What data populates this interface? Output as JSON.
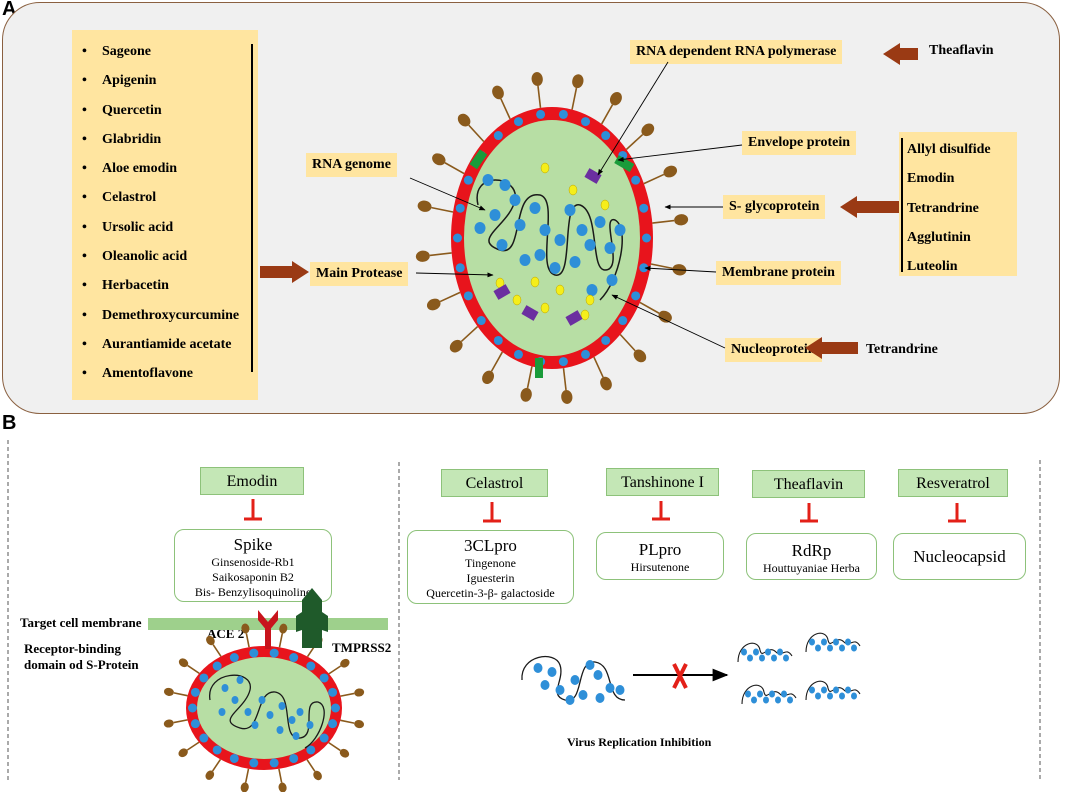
{
  "panel_a": {
    "label": "A",
    "inhibitor_list": [
      "Sageone",
      "Apigenin",
      "Quercetin",
      "Glabridin",
      "Aloe emodin",
      "Celastrol",
      "Ursolic acid",
      "Oleanolic acid",
      "Herbacetin",
      "Demethroxycurcumine",
      "Aurantiamide acetate",
      "Amentoflavone"
    ],
    "targets": {
      "rdrp": "RNA dependent RNA polymerase",
      "envelope": "Envelope protein",
      "rna_genome": "RNA genome",
      "spike": "S- glycoprotein",
      "main_protease": "Main Protease",
      "membrane": "Membrane protein",
      "nucleoprotein": "Nucleoprotein"
    },
    "inhibitors": {
      "rdrp": "Theaflavin",
      "nucleoprotein": "Tetrandrine"
    },
    "spike_inhibitors": [
      "Allyl disulfide",
      "Emodin",
      "Tetrandrine",
      "Agglutinin",
      "Luteolin"
    ]
  },
  "panel_b": {
    "label": "B",
    "cards": [
      {
        "compound": "Emodin",
        "target": "Spike",
        "others": [
          "Ginsenoside-Rb1",
          "Saikosaponin  B2",
          "Bis-  Benzylisoquinoline"
        ]
      },
      {
        "compound": "Celastrol",
        "target": "3CLpro",
        "others": [
          "Tingenone",
          "Iguesterin",
          "Quercetin-3-β- galactoside"
        ]
      },
      {
        "compound": "Tanshinone  I",
        "target": "PLpro",
        "others": [
          "Hirsutenone"
        ]
      },
      {
        "compound": "Theaflavin",
        "target": "RdRp",
        "others": [
          "Houttuyaniae  Herba"
        ]
      },
      {
        "compound": "Resveratrol",
        "target": "Nucleocapsid",
        "others": []
      }
    ],
    "membrane_label": "Target cell membrane",
    "ace2_label": "ACE 2",
    "tmprss2_label": "TMPRSS2",
    "rbd_label": [
      "Receptor-binding",
      "domain  od S-Protein"
    ],
    "replication_caption": "Virus  Replication  Inhibition"
  },
  "colors": {
    "label_fill": "#ffe5a0",
    "panel_bg": "#f0f0f0",
    "virus_shell": "#e8141c",
    "virus_core": "#b7dea4",
    "dot_blue": "#2e8fd8",
    "arrow_brown": "#9a3a14",
    "green_box": "#c4e7b6",
    "inhibit_red": "#e32018"
  }
}
